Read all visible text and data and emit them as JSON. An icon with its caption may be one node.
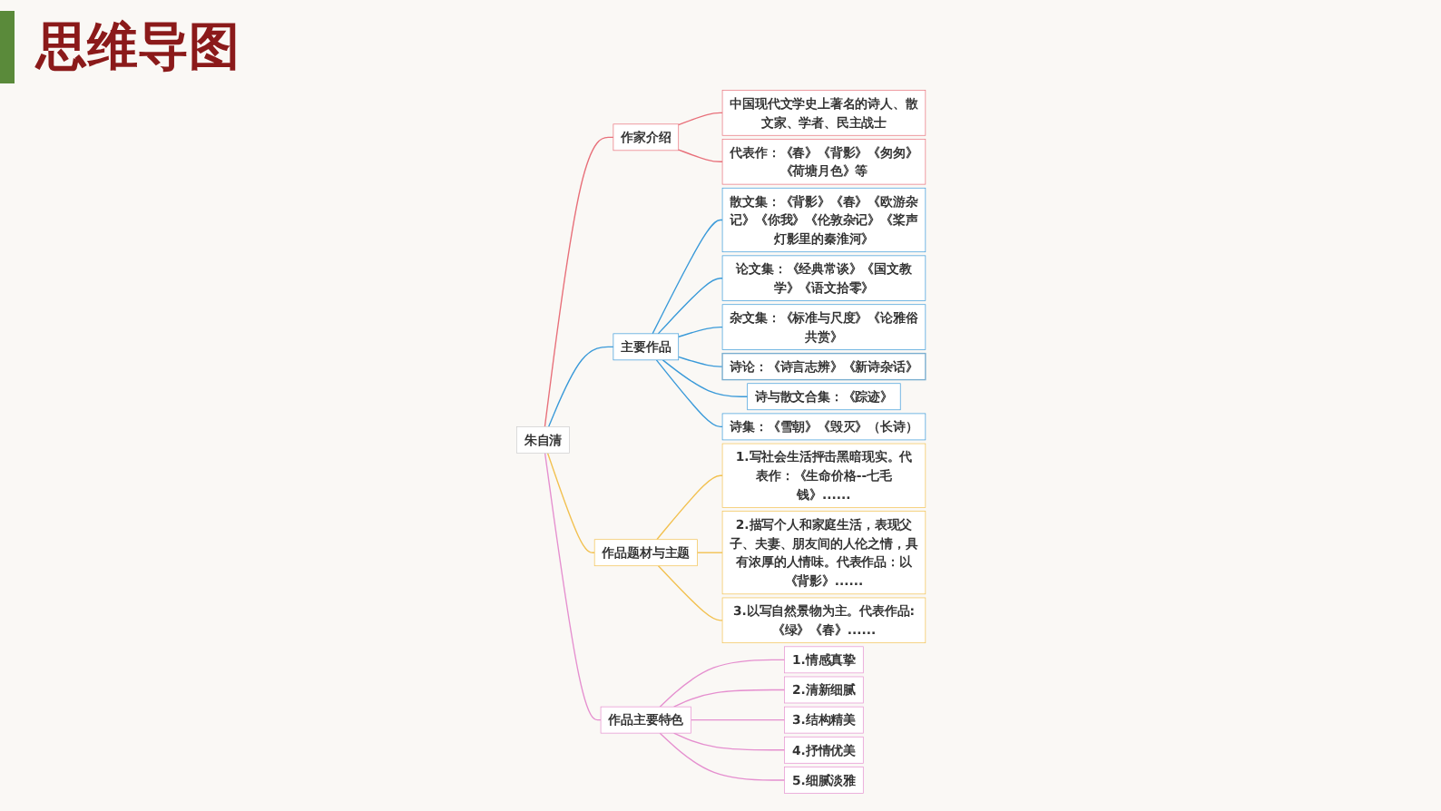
{
  "diagram": {
    "title": "思维导图",
    "nodes": [
      {
        "text": [
          "朱自清"
        ]
      },
      {
        "text": [
          "作家介绍"
        ]
      },
      {
        "text": [
          "中国现代文学史上著名的诗人、散文家、学者、民主战士"
        ]
      },
      {
        "text": [
          "代表作：《春》《背影》《匆匆》《荷塘月色》等"
        ]
      },
      {
        "text": [
          "主要作品"
        ]
      },
      {
        "text": [
          "散文集：《背影》《春》《欧游杂记》《你我》《伦敦杂记》《桨声灯影里的秦淮河》"
        ]
      },
      {
        "text": [
          "论文集：《经典常谈》《国文教学》《语文拾零》"
        ]
      },
      {
        "text": [
          "杂文集：《标准与尺度》《论雅俗共赏》"
        ]
      },
      {
        "text": [
          "诗论：《诗言志辨》《新诗杂话》"
        ]
      },
      {
        "text": [
          "诗与散文合集：《踪迹》"
        ]
      },
      {
        "text": [
          "诗集：《雪朝》《毁灭》（长诗）"
        ]
      },
      {
        "text": [
          "作品题材与主题"
        ]
      },
      {
        "text": [
          "1.写社会生活抨击黑暗现实。代表作：《生命价格--七毛钱》......"
        ]
      },
      {
        "text": [
          "2.描写个人和家庭生活，表现父子、夫妻、朋友间的人伦之情，具有浓厚的人情味。代表作品：以《背影》......"
        ]
      },
      {
        "text": [
          "3.以写自然景物为主。代表作品:《绿》《春》......"
        ]
      },
      {
        "text": [
          "作品主要特色"
        ]
      },
      {
        "text": [
          "1.情感真挚"
        ]
      },
      {
        "text": [
          "2.清新细腻"
        ]
      },
      {
        "text": [
          "3.结构精美"
        ]
      },
      {
        "text": [
          "4.抒情优美"
        ]
      },
      {
        "text": [
          "5.细腻淡雅"
        ]
      }
    ],
    "edges": [
      {
        "from": 0,
        "to": 1,
        "arrow": "none",
        "color": "#e8707a"
      },
      {
        "from": 1,
        "to": 2,
        "arrow": "none",
        "color": "#e8707a"
      },
      {
        "from": 1,
        "to": 3,
        "arrow": "none",
        "color": "#e8707a"
      },
      {
        "from": 0,
        "to": 4,
        "arrow": "none"
      },
      {
        "from": 4,
        "to": 5,
        "arrow": "none"
      },
      {
        "from": 4,
        "to": 6,
        "arrow": "none"
      },
      {
        "from": 4,
        "to": 7,
        "arrow": "none"
      },
      {
        "from": 4,
        "to": 8,
        "arrow": "none"
      },
      {
        "from": 4,
        "to": 9,
        "arrow": "none"
      },
      {
        "from": 4,
        "to": 10,
        "arrow": "none"
      },
      {
        "from": 0,
        "to": 11,
        "arrow": "none",
        "color": "#f2c150"
      },
      {
        "from": 11,
        "to": 12,
        "arrow": "none",
        "color": "#f2c150"
      },
      {
        "from": 11,
        "to": 13,
        "arrow": "none",
        "color": "#f2c150"
      },
      {
        "from": 11,
        "to": 14,
        "arrow": "none",
        "color": "#f2c150"
      },
      {
        "from": 0,
        "to": 15,
        "arrow": "none",
        "color": "#e58fcf"
      },
      {
        "from": 15,
        "to": 16,
        "arrow": "none",
        "color": "#e58fcf"
      },
      {
        "from": 15,
        "to": 17,
        "arrow": "none",
        "color": "#e58fcf"
      },
      {
        "from": 15,
        "to": 18,
        "arrow": "none",
        "color": "#e58fcf"
      },
      {
        "from": 15,
        "to": 19,
        "arrow": "none",
        "color": "#e58fcf"
      },
      {
        "from": 15,
        "to": 20,
        "arrow": "none",
        "color": "#e58fcf"
      }
    ]
  }
}
